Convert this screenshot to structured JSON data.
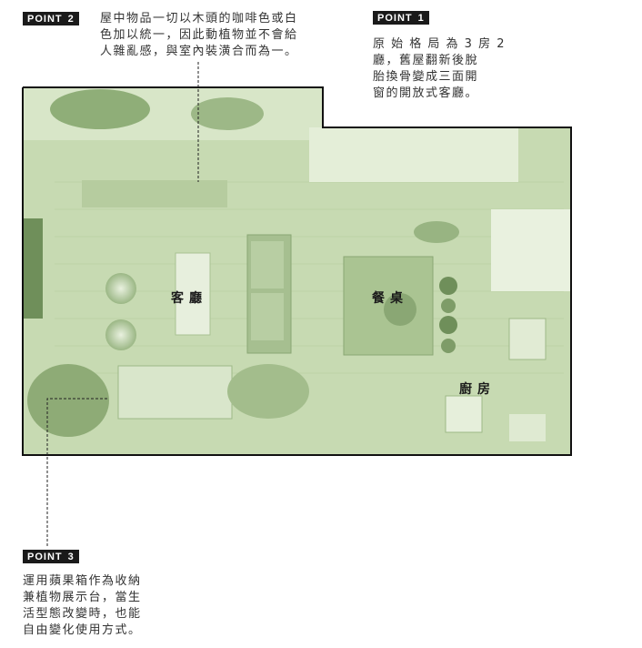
{
  "points": [
    {
      "badge": "POINT",
      "num": "2",
      "text_lines": [
        "屋中物品一切以木頭的咖啡色或白",
        "色加以統一，因此動植物並不會給",
        "人雜亂感，與室內裝潢合而為一。"
      ]
    },
    {
      "badge": "POINT",
      "num": "1",
      "text_lines": [
        "原 始 格 局 為 3 房 2",
        "廳，舊屋翻新後脫",
        "胎換骨變成三面開",
        "窗的開放式客廳。"
      ]
    },
    {
      "badge": "POINT",
      "num": "3",
      "text_lines": [
        "運用蘋果箱作為收納",
        "兼植物展示台，當生",
        "活型態改變時，也能",
        "自由變化使用方式。"
      ]
    }
  ],
  "rooms": {
    "living": "客廳",
    "dining": "餐桌",
    "kitchen": "廚房"
  },
  "colors": {
    "plan_tint": "#c9dcb4",
    "plan_dark": "#7f9c6a",
    "outline": "#111111"
  }
}
